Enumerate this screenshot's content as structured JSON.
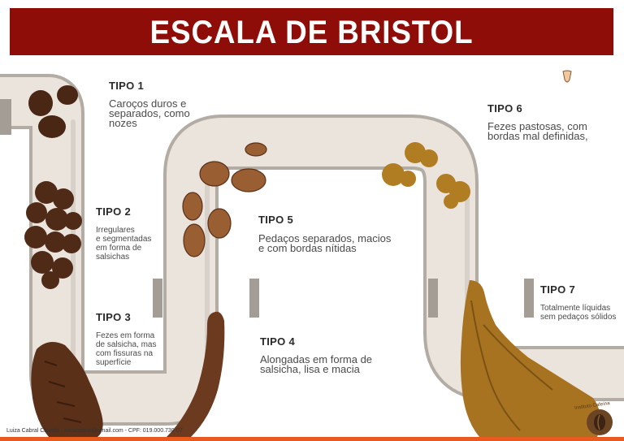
{
  "header": {
    "title": "ESCALA DE BRISTOL"
  },
  "types": [
    {
      "label": "TIPO 1",
      "description_lines": [
        "Caroços duros e",
        "separados, como",
        "nozes"
      ]
    },
    {
      "label": "TIPO 2",
      "description_lines": [
        "Irregulares",
        "e segmentadas",
        "em forma de",
        "salsichas"
      ]
    },
    {
      "label": "TIPO 3",
      "description_lines": [
        "Fezes em forma",
        "de salsicha, mas",
        "com fissuras na",
        "superfície"
      ]
    },
    {
      "label": "TIPO 4",
      "description_lines": [
        "Alongadas em forma de",
        "salsicha, lisa e macia"
      ]
    },
    {
      "label": "TIPO 5",
      "description_lines": [
        "Pedaços separados, macios",
        "e com bordas nítidas"
      ]
    },
    {
      "label": "TIPO 6",
      "description_lines": [
        "Fezes pastosas, com",
        "bordas mal definidas,"
      ]
    },
    {
      "label": "TIPO 7",
      "description_lines": [
        "Totalmente líquidas",
        "sem pedaços sólidos"
      ]
    }
  ],
  "footer": {
    "credit": "Luiza Cabral Cláudio - luizacabral@gmail.com - CPF: 019.000.730-07"
  },
  "logo": {
    "text": "Instituto Cafeína"
  },
  "colors": {
    "banner": "#8e0d08",
    "pipe_fill": "#eae4dd",
    "pipe_edge": "#b2aca5",
    "footer_bar": "#e85a1d",
    "dark_brown": "#4a2615",
    "mid_brown": "#6b3a1f",
    "light_brown": "#9a6a3a",
    "mustard": "#b07d22"
  }
}
